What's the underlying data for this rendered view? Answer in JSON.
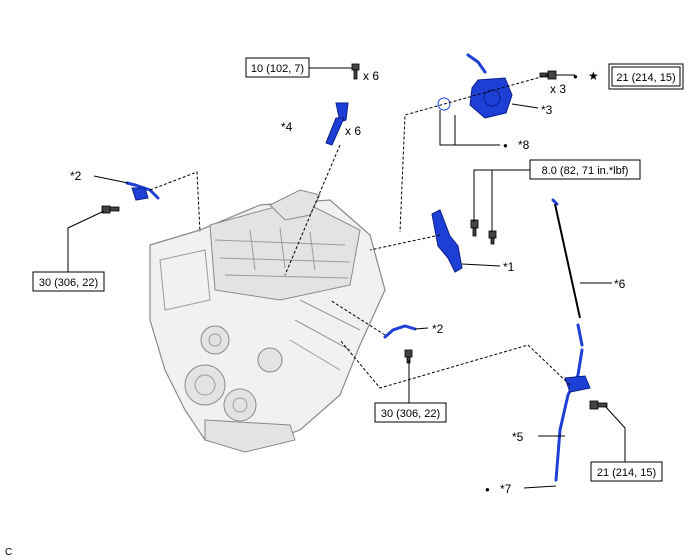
{
  "torque_specs": {
    "t1": "10 (102, 7)",
    "t2": "21 (214, 15)",
    "t3": "8.0 (82, 71 in.*lbf)",
    "t4": "30 (306, 22)",
    "t5": "30 (306, 22)",
    "t6": "21 (214, 15)"
  },
  "callouts": {
    "c1": "*1",
    "c2a": "*2",
    "c2b": "*2",
    "c3": "*3",
    "c4": "*4",
    "c5": "*5",
    "c6": "*6",
    "c7": "*7",
    "c8": "*8"
  },
  "quantities": {
    "q_bolts_top": "x 6",
    "q_coils": "x 6",
    "q_pump_bolts": "x 3"
  },
  "symbols": {
    "dot": "●",
    "star": "★"
  },
  "corner_code": "C",
  "colors": {
    "part_highlight": "#1e3fd6",
    "engine": "#f1f1f1"
  }
}
